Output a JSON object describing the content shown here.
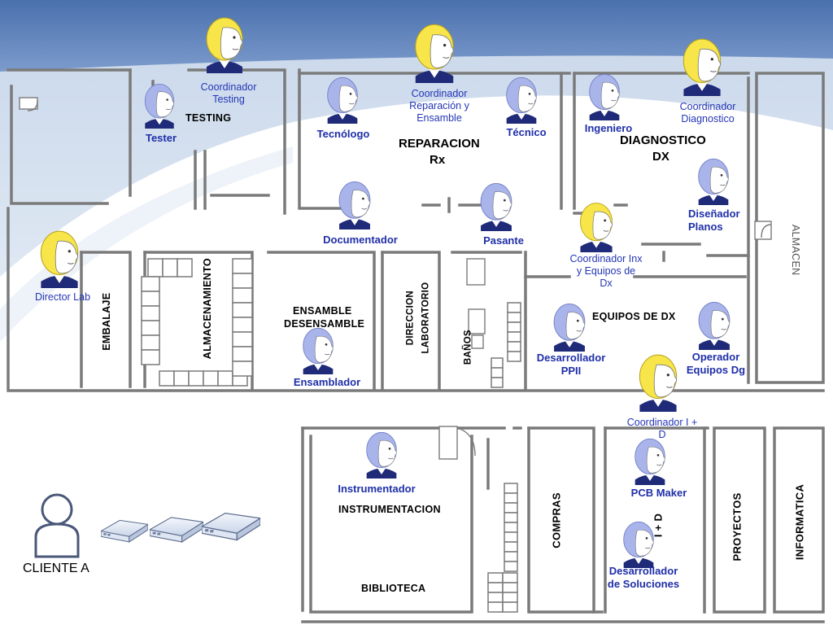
{
  "colors": {
    "wall": "#7a7a7a",
    "background_band": "#d9e4f1",
    "header_band": "#5b7fb7",
    "coordinator_hair": "#f7e54a",
    "staff_hair": "#a8b4ea",
    "skin": "#ffffff",
    "label_blue": "#1f2fa8"
  },
  "rooms": {
    "testing": "TESTING",
    "reparacion": "REPARACION",
    "reparacion_code": "Rx",
    "diagnostico": "DIAGNOSTICO",
    "diagnostico_code": "DX",
    "almacen": "ALMACEN",
    "embalaje": "EMBALAJE",
    "almacenamiento": "ALMACENAMIENTO",
    "ensamble_1": "ENSAMBLE",
    "ensamble_2": "DESENSAMBLE",
    "direccion_1": "DIRECCION",
    "direccion_2": "LABORATORIO",
    "banos": "BAÑOS",
    "equipos_dx": "EQUIPOS DE DX",
    "instrumentacion": "INSTRUMENTACION",
    "biblioteca": "BIBLIOTECA",
    "compras": "COMPRAS",
    "id": "I + D",
    "proyectos": "PROYECTOS",
    "informatica": "INFORMATICA"
  },
  "people": {
    "coord_testing": "Coordinador Testing",
    "tester": "Tester",
    "coord_reparacion": "Coordinador Reparación y Ensamble",
    "tecnologo": "Tecnólogo",
    "tecnico": "Técnico",
    "ingeniero": "Ingeniero",
    "coord_diagnostico": "Coordinador Diagnostico",
    "disenador": "Diseñador Planos",
    "documentador": "Documentador",
    "pasante": "Pasante",
    "coord_inx": "Coordinador Inx y Equipos de Dx",
    "director_lab": "Director Lab",
    "ensamblador": "Ensamblador",
    "desarrollador_ppii": "Desarrollador PPII",
    "operador": "Operador Equipos Dg",
    "coord_id": "Coordinador I + D",
    "instrumentador": "Instrumentador",
    "pcb_maker": "PCB Maker",
    "desarrollador_soluciones": "Desarrollador de Soluciones"
  },
  "client": {
    "label": "CLIENTE A"
  }
}
